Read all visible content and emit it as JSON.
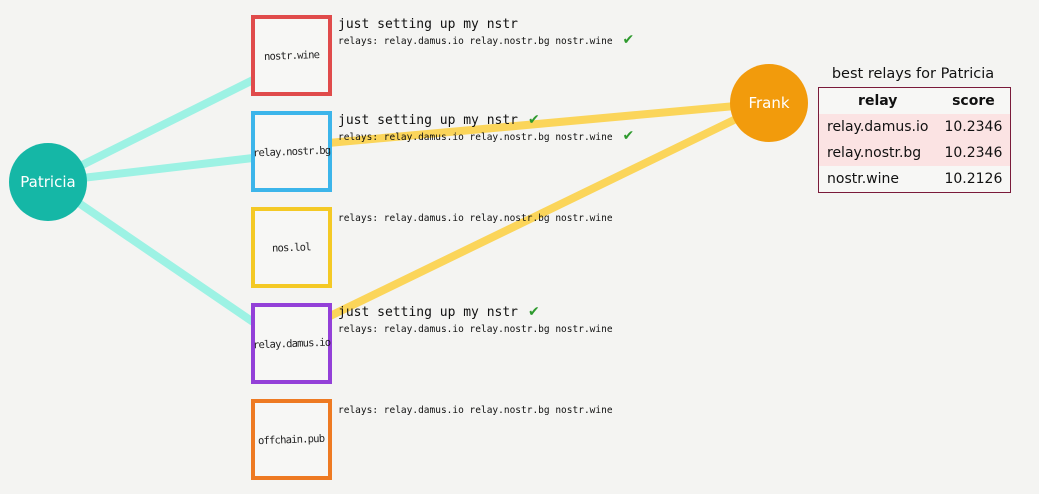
{
  "users": {
    "patricia": {
      "label": "Patricia",
      "color": "#15b7a6"
    },
    "frank": {
      "label": "Frank",
      "color": "#f29b0c"
    }
  },
  "relays": [
    {
      "name": "nostr.wine",
      "color": "#e04b4b"
    },
    {
      "name": "relay.nostr.bg",
      "color": "#3cb5ea"
    },
    {
      "name": "nos.lol",
      "color": "#f4c925"
    },
    {
      "name": "relay.damus.io",
      "color": "#9340d8"
    },
    {
      "name": "offchain.pub",
      "color": "#ee7a22"
    }
  ],
  "notes": [
    {
      "title": "just setting up my nstr",
      "title_check": "",
      "relays": "relays: relay.damus.io relay.nostr.bg nostr.wine",
      "relays_check": "✔"
    },
    {
      "title": "just setting up my nstr",
      "title_check": "✔",
      "relays": "relays: relay.damus.io relay.nostr.bg nostr.wine",
      "relays_check": "✔"
    },
    {
      "title": "",
      "title_check": "",
      "relays": "relays: relay.damus.io relay.nostr.bg nostr.wine",
      "relays_check": ""
    },
    {
      "title": "just setting up my nstr",
      "title_check": "✔",
      "relays": "relays: relay.damus.io relay.nostr.bg nostr.wine",
      "relays_check": ""
    },
    {
      "title": "",
      "title_check": "",
      "relays": "relays: relay.damus.io relay.nostr.bg nostr.wine",
      "relays_check": ""
    }
  ],
  "link_colors": {
    "patricia": "#9df2e4",
    "frank": "#fbd55a"
  },
  "table": {
    "title": "best relays for Patricia",
    "headers": [
      "relay",
      "score"
    ],
    "rows": [
      {
        "relay": "relay.damus.io",
        "score": "10.2346",
        "highlighted": true
      },
      {
        "relay": "relay.nostr.bg",
        "score": "10.2346",
        "highlighted": true
      },
      {
        "relay": "nostr.wine",
        "score": "10.2126",
        "highlighted": false
      }
    ]
  }
}
